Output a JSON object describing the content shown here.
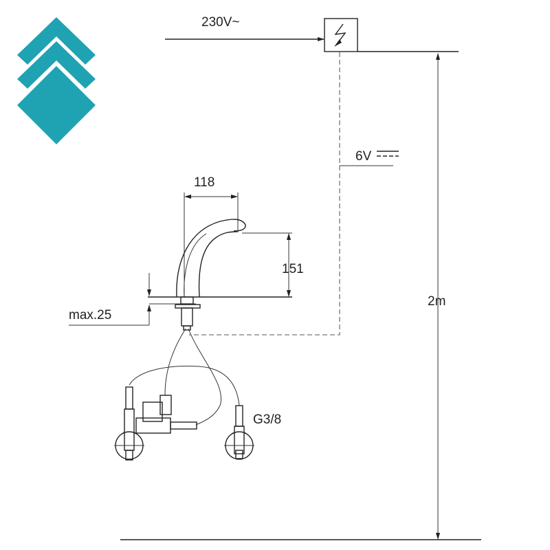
{
  "logo": {
    "color": "#1fa3b3",
    "icon": "stacked-diamond-chevrons-logo"
  },
  "labels": {
    "mains_voltage": "230V~",
    "low_voltage": "6V",
    "spout_reach": "118",
    "spout_height": "151",
    "max_thickness": "max.25",
    "cable_length": "2m",
    "connection_thread": "G3/8"
  },
  "symbols": {
    "transformer": "power-transformer-icon",
    "dc_symbol": "direct-current-icon"
  }
}
